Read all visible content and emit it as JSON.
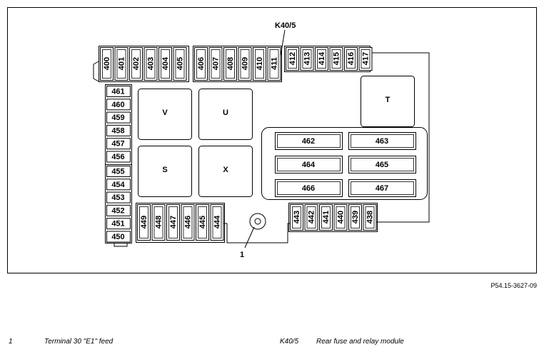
{
  "callouts": {
    "module": "K40/5",
    "feed": "1"
  },
  "reference_code": "P54.15-3627-09",
  "top_left_fuses": [
    "400",
    "401",
    "402",
    "403",
    "404",
    "405"
  ],
  "top_mid_fuses": [
    "406",
    "407",
    "408",
    "409",
    "410",
    "411"
  ],
  "top_right_fuses": [
    "412",
    "413",
    "414",
    "415",
    "416",
    "417"
  ],
  "left_fuses_upper": [
    "461",
    "460",
    "459",
    "458",
    "457",
    "456"
  ],
  "left_fuses_lower": [
    "455",
    "454",
    "453",
    "452",
    "451",
    "450"
  ],
  "bottom_left_fuses": [
    "449",
    "448",
    "447",
    "446",
    "445",
    "444"
  ],
  "bottom_right_fuses": [
    "443",
    "442",
    "441",
    "440",
    "439",
    "438"
  ],
  "relays": [
    "V",
    "U",
    "S",
    "X",
    "T"
  ],
  "wide_fuses": [
    "462",
    "463",
    "464",
    "465",
    "466",
    "467"
  ],
  "legend": [
    {
      "key": "1",
      "text": "Terminal 30 \"E1\" feed"
    },
    {
      "key": "K40/5",
      "text": "Rear fuse and relay module"
    }
  ]
}
